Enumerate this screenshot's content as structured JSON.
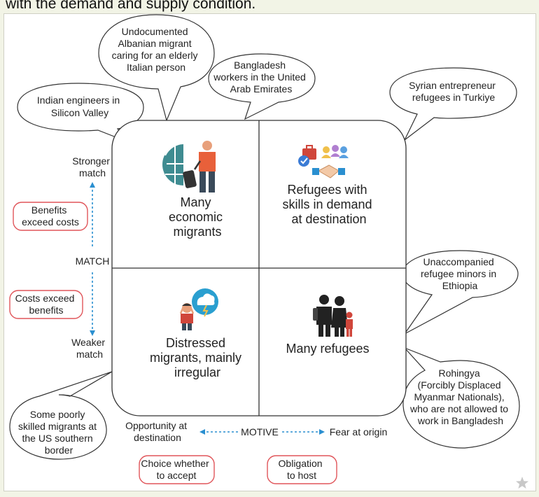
{
  "header_text": "with the demand and supply condition.",
  "bubbles": {
    "indian_engineers": [
      "Indian engineers in",
      "Silicon Valley"
    ],
    "albanian_migrant": [
      "Undocumented",
      "Albanian migrant",
      "caring for an elderly",
      "Italian person"
    ],
    "bangladesh_workers": [
      "Bangladesh",
      "workers in the United",
      "Arab Emirates"
    ],
    "syrian_entrepreneurs": [
      "Syrian entrepreneur",
      "refugees in Turkiye"
    ],
    "unaccompanied_minors": [
      "Unaccompanied",
      "refugee minors in",
      "Ethiopia"
    ],
    "rohingya": [
      "Rohingya",
      "(Forcibly Displaced",
      "Myanmar Nationals),",
      "who are not allowed to",
      "work in Bangladesh"
    ],
    "us_border": [
      "Some poorly",
      "skilled migrants at",
      "the US southern",
      "border"
    ]
  },
  "quadrants": {
    "top_left": [
      "Many",
      "economic",
      "migrants"
    ],
    "top_right": [
      "Refugees with",
      "skills in demand",
      "at destination"
    ],
    "bottom_left": [
      "Distressed",
      "migrants, mainly",
      "irregular"
    ],
    "bottom_right": [
      "Many refugees"
    ]
  },
  "match_axis": {
    "top": [
      "Stronger",
      "match"
    ],
    "center": "MATCH",
    "bottom": [
      "Weaker",
      "match"
    ]
  },
  "motive_axis": {
    "left": [
      "Opportunity at",
      "destination"
    ],
    "center": "MOTIVE",
    "right": "Fear at origin"
  },
  "pill_labels": {
    "benefits": [
      "Benefits",
      "exceed costs"
    ],
    "costs": [
      "Costs exceed",
      "benefits"
    ],
    "choice": [
      "Choice whether",
      "to accept"
    ],
    "obligation": [
      "Obligation",
      "to host"
    ]
  },
  "colors": {
    "axis_arrow": "#2a8fd0",
    "pill_border": "#e0555a",
    "grid_border": "#333333",
    "star": "#c8c8c8"
  }
}
